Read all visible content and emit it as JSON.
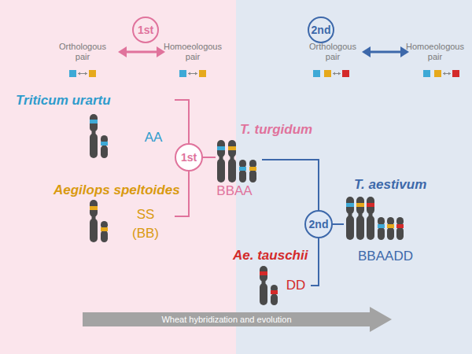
{
  "diagram": {
    "nodes": [
      {
        "text": [
          "1st"
        ]
      },
      {
        "text": [
          "2nd"
        ]
      },
      {
        "text": [
          "1st"
        ]
      },
      {
        "text": [
          "2nd"
        ]
      },
      {
        "text": [
          "Wheat hybridization and evolution"
        ]
      }
    ],
    "labels": [
      "Orthologous pair",
      "Homoeologous pair",
      "Orthologous pair",
      "Homoeologous pair",
      "Triticum urartu",
      "AA",
      "Aegilops speltoides",
      "SS",
      "(BB)",
      "T. turgidum",
      "BBAA",
      "Ae. tauschii",
      "DD",
      "T. aestivum",
      "BBAADD"
    ]
  }
}
